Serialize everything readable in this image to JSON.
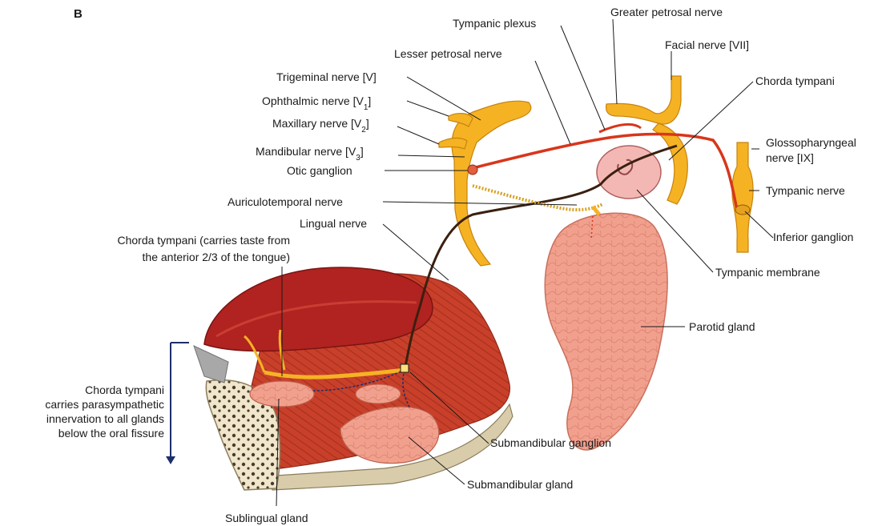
{
  "panel_label": "B",
  "colors": {
    "nerve": "#f5b324",
    "nerve_edge": "#c8830c",
    "parasympathetic": "#d8361b",
    "gland": "#f2a08e",
    "muscle": "#c9402a",
    "tongue": "#b02320",
    "bone": "#efe6cc",
    "arrow": "#1d2f6b"
  },
  "labels": {
    "tympanic_plexus": "Tympanic plexus",
    "greater_petrosal": "Greater petrosal nerve",
    "facial": "Facial nerve [VII]",
    "lesser_petrosal": "Lesser petrosal nerve",
    "trigeminal": "Trigeminal nerve [V]",
    "ophthalmic": "Ophthalmic nerve [V",
    "ophthalmic_sub": "1",
    "maxillary": "Maxillary nerve [V",
    "maxillary_sub": "2",
    "mandibular": "Mandibular nerve [V",
    "mandibular_sub": "3",
    "otic": "Otic ganglion",
    "chorda_tympani": "Chorda tympani",
    "glossopharyngeal_1": "Glossopharyngeal",
    "glossopharyngeal_2": "nerve [IX]",
    "auriculotemporal": "Auriculotemporal nerve",
    "tympanic_nerve": "Tympanic nerve",
    "lingual": "Lingual nerve",
    "inferior_ganglion": "Inferior ganglion",
    "taste_1": "Chorda tympani (carries taste from",
    "taste_2": "the anterior 2/3 of the tongue)",
    "tympanic_membrane": "Tympanic membrane",
    "parotid": "Parotid gland",
    "para_1": "Chorda tympani",
    "para_2": "carries parasympathetic",
    "para_3": "innervation to all glands",
    "para_4": "below the oral fissure",
    "submandibular_ganglion": "Submandibular ganglion",
    "submandibular_gland": "Submandibular gland",
    "sublingual": "Sublingual gland"
  }
}
